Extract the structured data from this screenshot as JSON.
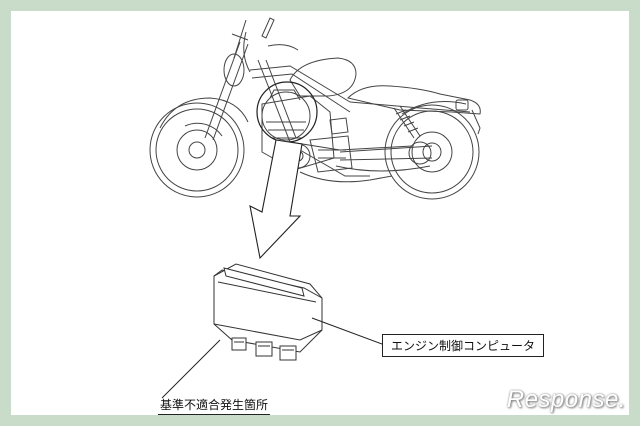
{
  "labels": {
    "ecu": "エンジン制御コンピュータ",
    "defect_location": "基準不適合発生箇所"
  },
  "watermark": "Response."
}
